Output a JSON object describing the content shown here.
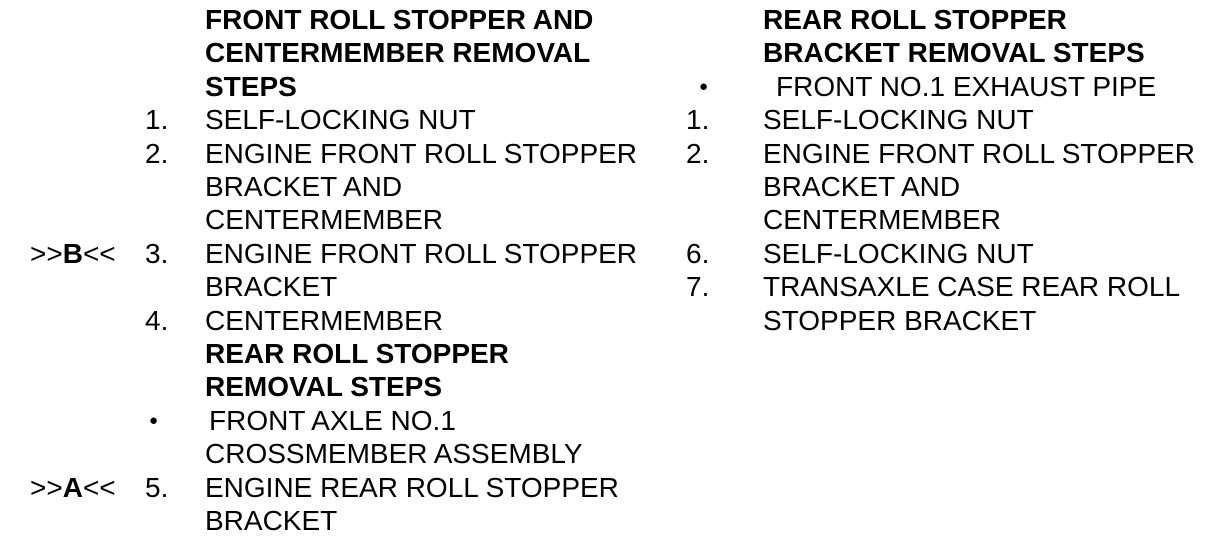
{
  "doc": {
    "colors": {
      "background": "#ffffff",
      "text": "#000000"
    },
    "markers": {
      "b": {
        "prefix": ">>",
        "letter": "B",
        "suffix": "<<"
      },
      "a": {
        "prefix": ">>",
        "letter": "A",
        "suffix": "<<"
      }
    },
    "left_column": {
      "rows": [
        {
          "style": "heading",
          "text": "FRONT ROLL STOPPER AND"
        },
        {
          "style": "heading",
          "text": "CENTERMEMBER REMOVAL"
        },
        {
          "style": "heading",
          "text": "STEPS"
        },
        {
          "num": "1.",
          "text": "SELF-LOCKING NUT"
        },
        {
          "num": "2.",
          "text": "ENGINE FRONT ROLL STOPPER"
        },
        {
          "text": "BRACKET AND"
        },
        {
          "text": "CENTERMEMBER"
        },
        {
          "marker": "B",
          "num": "3.",
          "text": "ENGINE FRONT ROLL STOPPER"
        },
        {
          "text": "BRACKET"
        },
        {
          "num": "4.",
          "text": "CENTERMEMBER"
        },
        {
          "style": "heading",
          "text": "REAR ROLL STOPPER"
        },
        {
          "style": "heading",
          "text": "REMOVAL STEPS"
        },
        {
          "bullet": "●",
          "text": "FRONT AXLE NO.1"
        },
        {
          "text": "CROSSMEMBER ASSEMBLY"
        },
        {
          "marker": "A",
          "num": "5.",
          "text": "ENGINE REAR ROLL STOPPER"
        },
        {
          "text": "BRACKET"
        }
      ]
    },
    "right_column": {
      "rows": [
        {
          "style": "heading",
          "text": "REAR ROLL STOPPER"
        },
        {
          "style": "heading",
          "text": "BRACKET REMOVAL STEPS"
        },
        {
          "bullet": "●",
          "text": "FRONT NO.1 EXHAUST PIPE"
        },
        {
          "num": "1.",
          "text": "SELF-LOCKING NUT"
        },
        {
          "num": "2.",
          "text": "ENGINE FRONT ROLL STOPPER"
        },
        {
          "text": "BRACKET AND"
        },
        {
          "text": "CENTERMEMBER"
        },
        {
          "num": "6.",
          "text": "SELF-LOCKING NUT"
        },
        {
          "num": "7.",
          "text": "TRANSAXLE CASE REAR ROLL"
        },
        {
          "text": "STOPPER BRACKET"
        }
      ]
    }
  }
}
